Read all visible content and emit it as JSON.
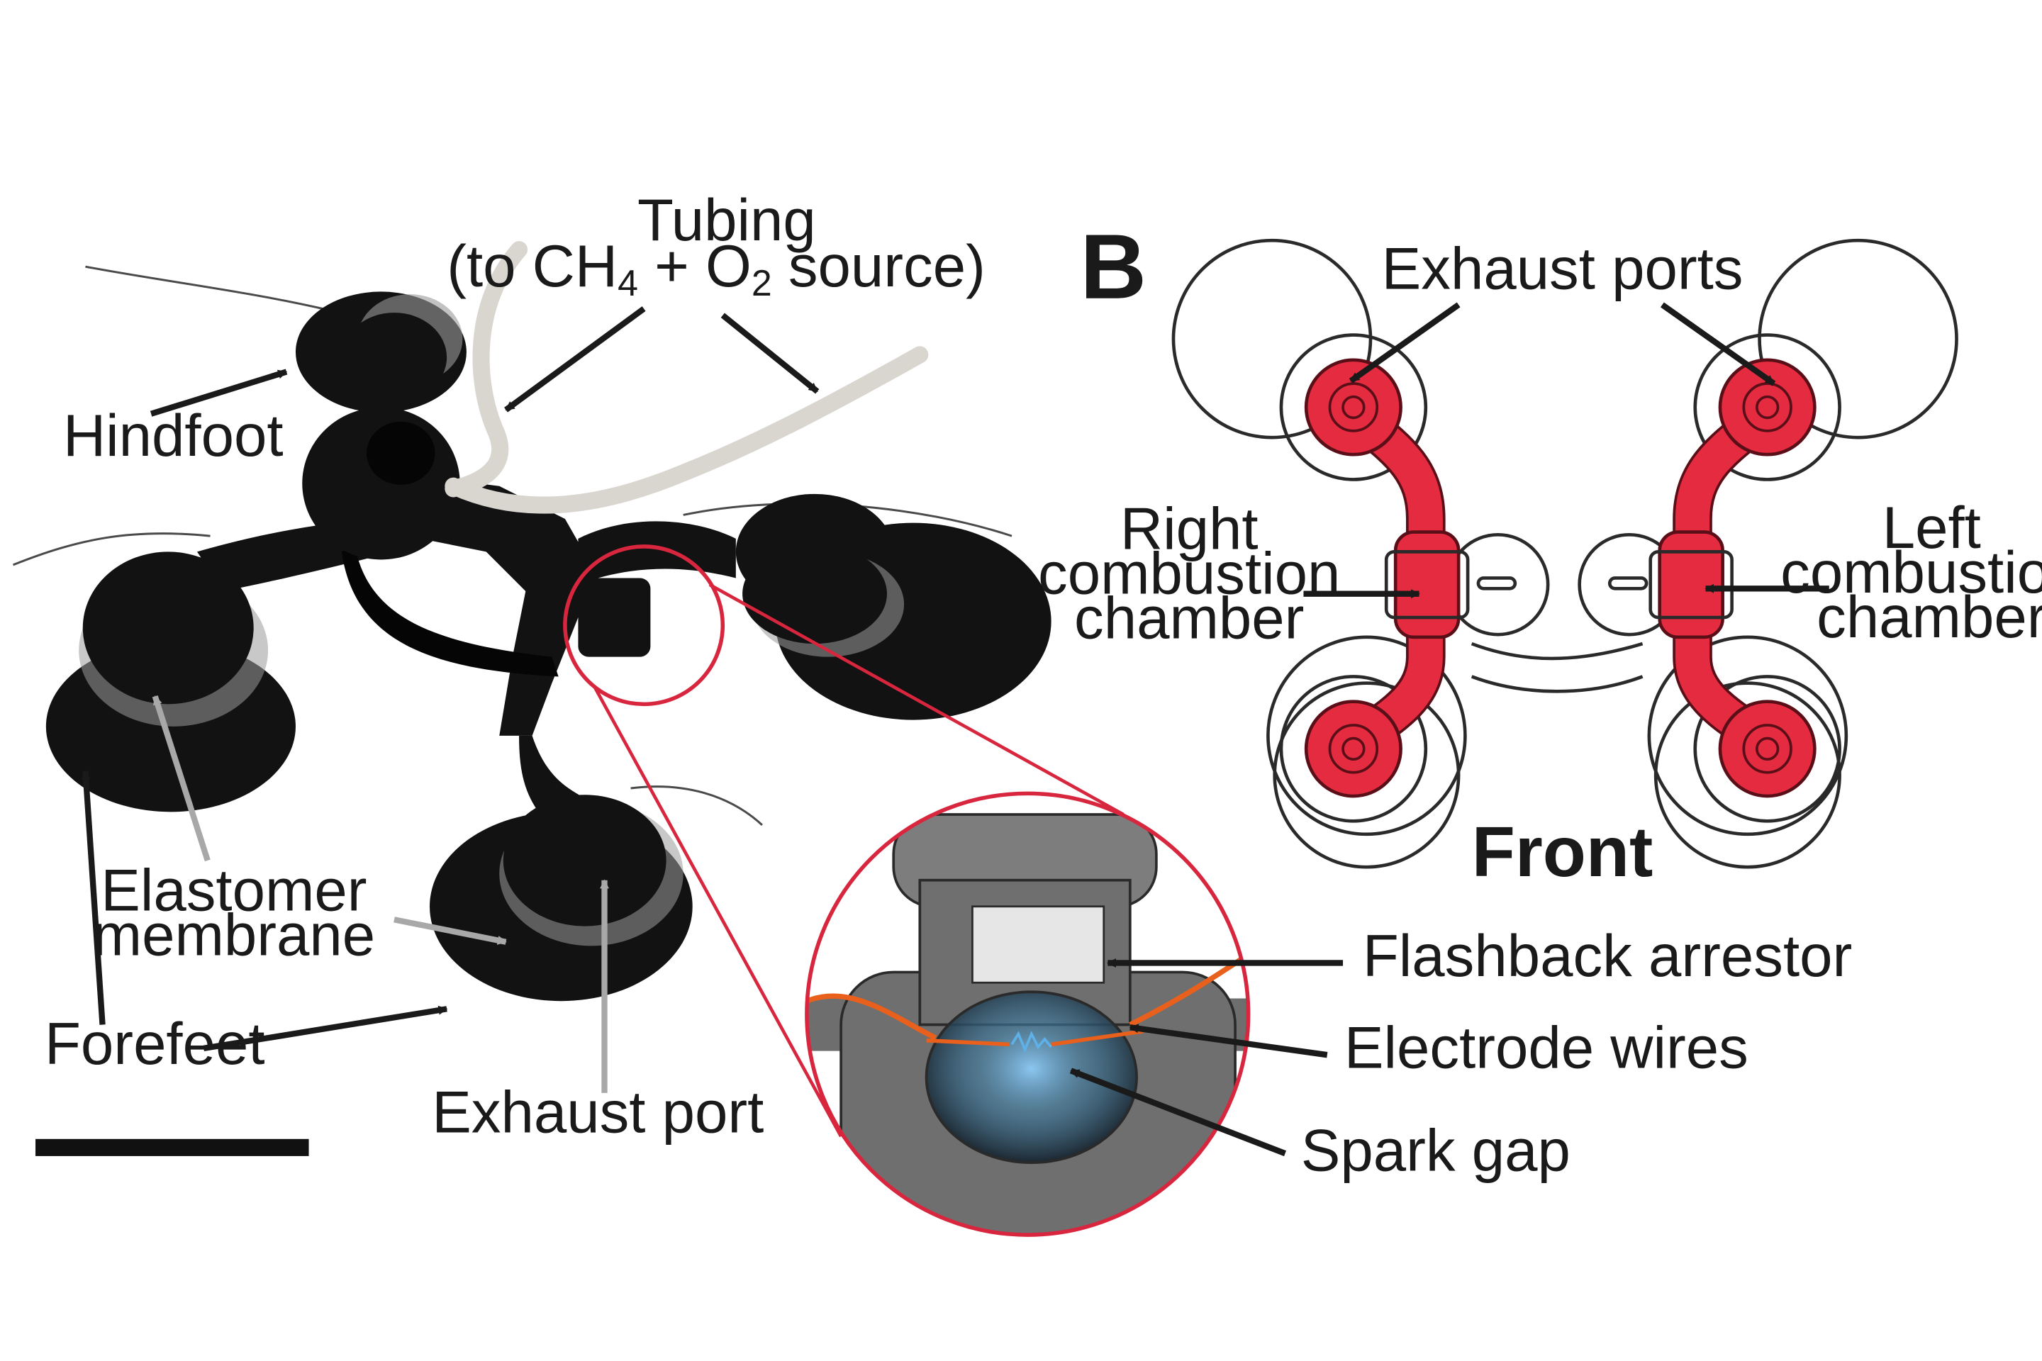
{
  "panel_b": {
    "letter": "B",
    "exhaust_ports": "Exhaust ports",
    "right_chamber": [
      "Right",
      "combustion",
      "chamber"
    ],
    "left_chamber": [
      "Left",
      "combustion",
      "chamber"
    ],
    "front": "Front"
  },
  "photo": {
    "tubing": "Tubing",
    "tubing_source_open": "(to CH",
    "ch4_subscript": "4",
    "tubing_plus_o": " + O",
    "o2_subscript": "2",
    "tubing_source_close": " source)",
    "hindfoot": "Hindfoot",
    "elastomer_membrane": [
      "Elastomer",
      "membrane"
    ],
    "forefeet": "Forefeet",
    "exhaust_port": "Exhaust port"
  },
  "inset": {
    "flashback_arrestor": "Flashback arrestor",
    "electrode_wires": "Electrode wires",
    "spark_gap": "Spark gap"
  },
  "colors": {
    "chamber_red": "#e52b3f",
    "inset_ring": "#d7263d",
    "electrode_orange": "#e8601c",
    "spark_blue": "#5fb0e6",
    "label_arrow": "#1a1a1a",
    "membrane_arrow_gray": "#a8a8a8"
  },
  "icons": [
    "arrow-icon"
  ]
}
